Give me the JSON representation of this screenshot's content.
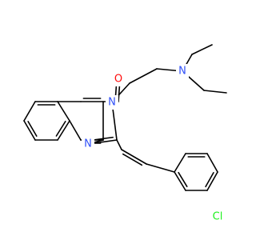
{
  "structure": {
    "atoms": {
      "oxygen": {
        "symbol": "O",
        "color": "#ff0d0d"
      },
      "n_ring": {
        "symbol": "N",
        "color": "#3050f8"
      },
      "n_imine": {
        "symbol": "N",
        "color": "#3050f8"
      },
      "n_amine": {
        "symbol": "N",
        "color": "#3050f8"
      },
      "chlorine": {
        "symbol": "Cl",
        "color": "#1ff01f"
      }
    },
    "bond_color": "#000000"
  }
}
